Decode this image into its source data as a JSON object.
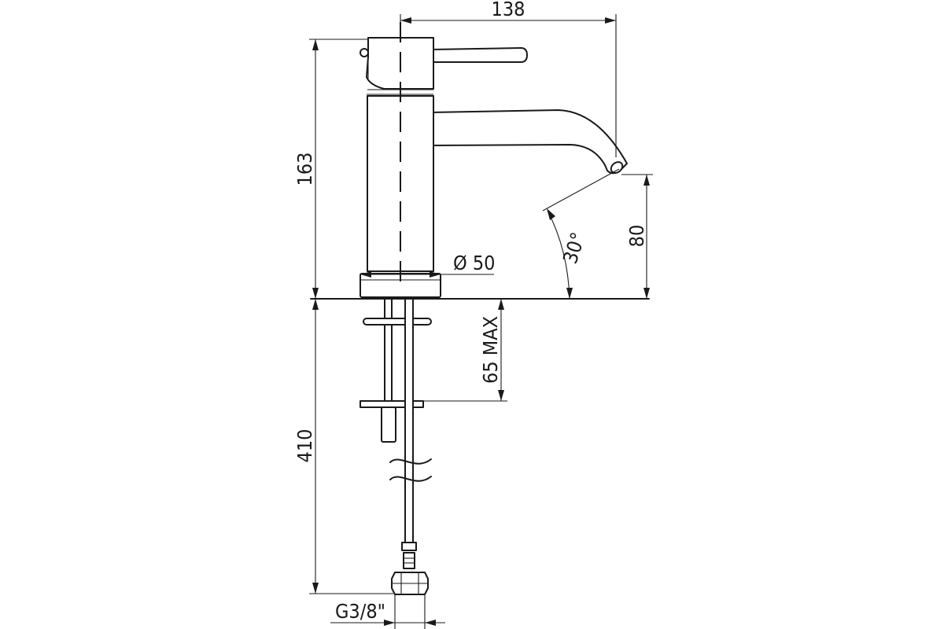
{
  "drawing": {
    "subject": "faucet-technical-drawing",
    "line_color": "#1a1a1a",
    "background": "#ffffff"
  },
  "dimensions": {
    "total_width": "138",
    "total_height": "163",
    "spout_height": "80",
    "spout_angle": "30°",
    "base_diameter": "Ø 50",
    "deck_thickness_max": "65 MAX",
    "hose_length": "410",
    "connection_thread": "G3/8\""
  }
}
